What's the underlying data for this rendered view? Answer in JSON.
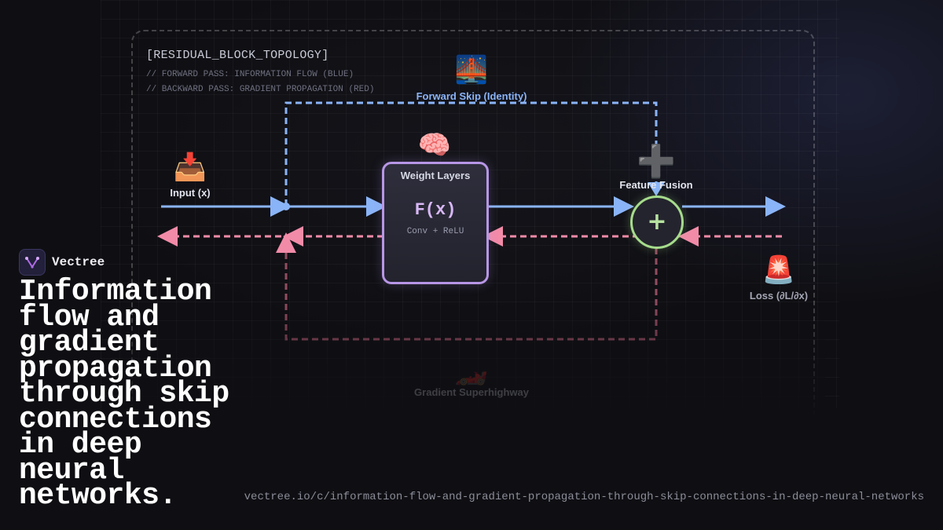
{
  "diagram": {
    "title": "[RESIDUAL_BLOCK_TOPOLOGY]",
    "notes": [
      "// FORWARD PASS: INFORMATION FLOW (BLUE)",
      "// BACKWARD PASS: GRADIENT PROPAGATION (RED)"
    ],
    "nodes": {
      "input": {
        "label": "Input (x)",
        "icon": "inbox-tray-icon"
      },
      "skip": {
        "label": "Forward Skip (Identity)",
        "icon": "bridge-icon"
      },
      "weights": {
        "label": "Weight Layers",
        "formula": "F(x)",
        "sub": "Conv + ReLU",
        "icon": "brain-icon"
      },
      "fusion": {
        "label": "Feature Fusion",
        "symbol": "+",
        "icon": "plus-icon"
      },
      "loss": {
        "label": "Loss (∂L/∂x)",
        "icon": "siren-icon"
      },
      "highway": {
        "label": "Gradient Superhighway",
        "icon": "race-car-icon"
      }
    },
    "colors": {
      "forward": "#8ab4f8",
      "backward": "#f28ba8",
      "weights_border": "#b796e6",
      "fusion_border": "#a6dc8c"
    }
  },
  "brand": {
    "name": "Vectree"
  },
  "headline": "Information flow and gradient propagation through skip connections in deep neural networks.",
  "url": "vectree.io/c/information-flow-and-gradient-propagation-through-skip-connections-in-deep-neural-networks"
}
